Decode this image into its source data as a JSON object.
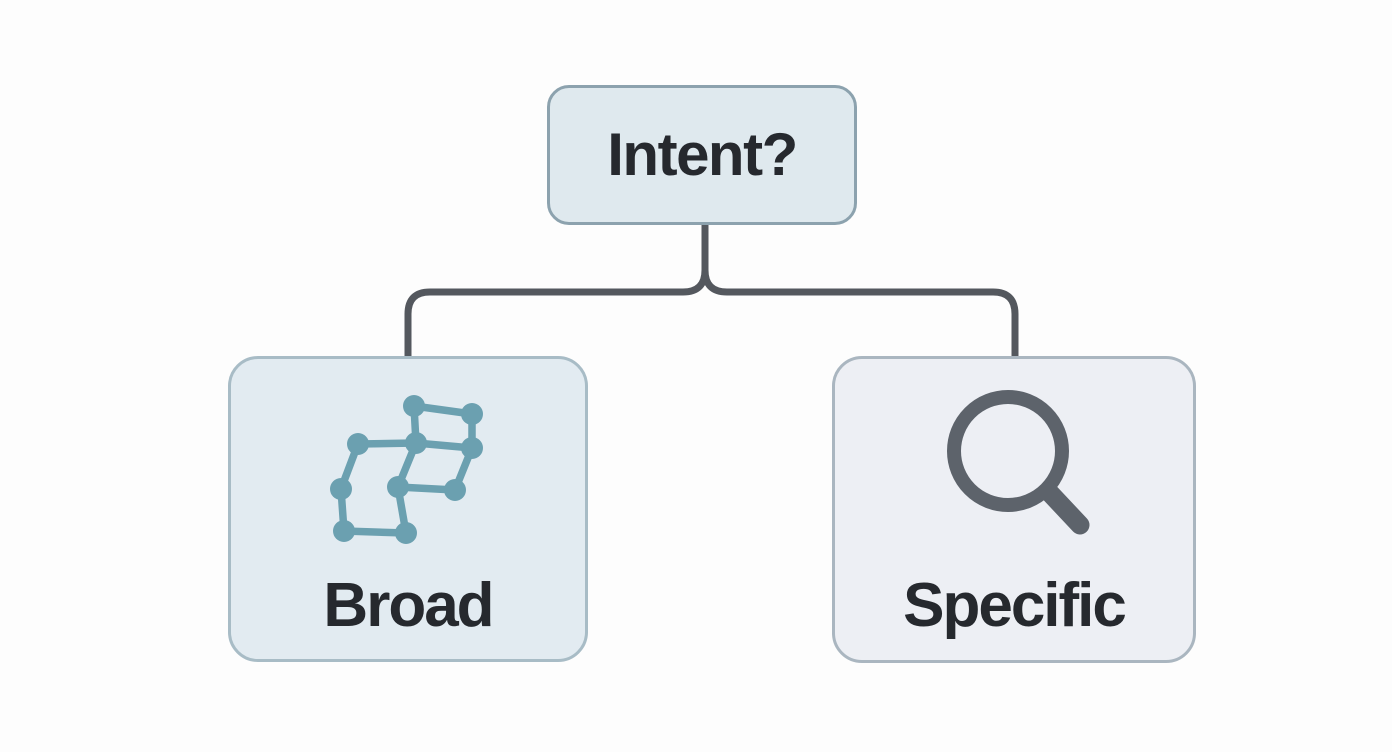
{
  "colors": {
    "background": "#fdfdfd",
    "text": "#26292e",
    "connector": "#54585e",
    "root_fill": "#dfe9ee",
    "root_border": "#8ca2ae",
    "broad_fill": "#e2ebf1",
    "broad_border": "#a8bcc6",
    "specific_fill": "#edeff4",
    "specific_border": "#aab6c0",
    "network_icon": "#6ba0b0",
    "magnifier_icon": "#5d636b"
  },
  "diagram": {
    "type": "decision-tree",
    "root": {
      "label": "Intent?"
    },
    "branches": [
      {
        "label": "Broad",
        "icon": "network-graph-icon"
      },
      {
        "label": "Specific",
        "icon": "magnifier-icon"
      }
    ]
  }
}
